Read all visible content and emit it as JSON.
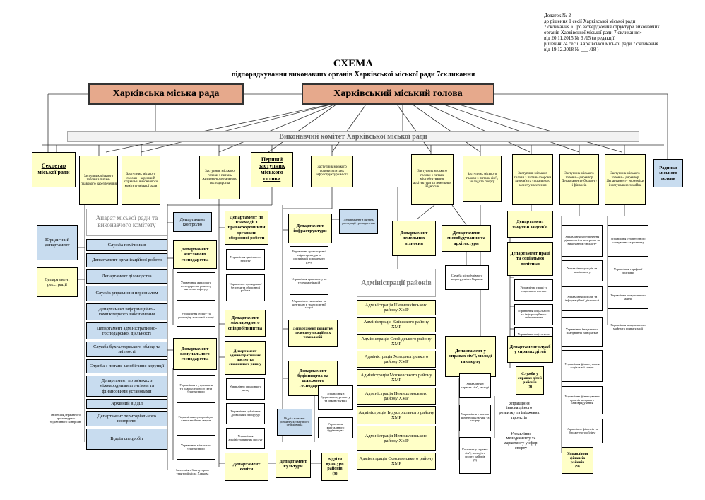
{
  "header": {
    "addendum_lines": [
      "Додаток № 2",
      "до рішення 1 сесії Харківської міської ради",
      "7 скликання «Про затвердження структури виконавчих",
      "органів Харківської міської ради 7 скликання»",
      "від 20.11.2015 № 6 /15 (в редакції",
      "рішення 24 сесії Харківської міської ради 7 скликання",
      "від 19.12.2018 № ___ /18 )"
    ]
  },
  "title": {
    "main": "СХЕМА",
    "sub": "підпорядкування виконавчих органів Харківської міської ради 7скликання"
  },
  "top": {
    "council": "Харківська міська рада",
    "mayor": "Харківський міський голова",
    "committee": "Виконавчий комітет Харківської міської ради"
  },
  "leaders": {
    "secretary": "Секретар міської ради",
    "dep_legal": "Заступник міського голови з питань правового забезпечення",
    "dep_affairs": "Заступник міського голови – керуючий справами виконавчого комітету міської ради",
    "dep_housing": "Заступник міського голови з питань житлово-комунального господарства",
    "first_deputy": "Перший заступник міського голови",
    "dep_infra": "Заступник міського голови з питань інфраструктури міста",
    "dep_business": "Заступник міського голови з питань містобудування, архітектури та земельних відносин",
    "dep_family": "Заступник міського голови з питань сім'ї, молоді та спорту",
    "dep_health": "Заступник міського голови з питань охорони здоров'я та соціального захисту населення",
    "dep_budget": "Заступник міського голови – директор Департаменту бюджету і фінансів",
    "dep_economy": "Заступник міського голови – директор Департаменту економіки і комунального майна",
    "advisors": "Радники міського голови"
  },
  "apparatus": {
    "title": "Апарат міської ради та виконавчого комітету",
    "items": [
      "Служба помічників",
      "Департамент організаційної роботи",
      "Департамент діловодства",
      "Служба управління персоналом",
      "Департамент інформаційно - комп'ютерного забезпечення",
      "Департамент адміністративно-господарської діяльності",
      "Служба бухгалтерського обліку та звітності",
      "Служба з питань запобігання корупції",
      "Департамент по зв'язках з міжнародними агентіями та фінансовими установами",
      "Архівний відділ",
      "Департамент територіального контролю",
      "Відділ спецробіт"
    ],
    "legal_dept": "Юридичний департамент",
    "registration_dept": "Департамент реєстрації",
    "inspection": "Інспекція державного архітектурно-будівельного контролю"
  },
  "housing": {
    "control": "Департамент контролю",
    "housing_dept": "Департамент житлового господарства",
    "housing_subs": [
      "Управління житлового господарства, ремонту житлового фонду",
      "Управління обліку та розподілу житлової площі"
    ],
    "communal_dept": "Департамент комунального господарства",
    "communal_subs": [
      "Управління з утримання та благоустрою об'єктів благоустрою",
      "Управління водопровідно-каналізаційних мереж",
      "Управління міських та благоустрою"
    ],
    "note": "Інспекція з благоустрою території міста Харкова"
  },
  "first": {
    "dept_society": "Департамент по взаємодії з правоохоронними органами оборонної роботи",
    "subs_society": [
      "Управління цивільного захисту",
      "Управління громадської безпеки та оборонної роботи"
    ],
    "intl": "Департамент міжнародного співробітництва",
    "admin_services": "Департамент адміністративних послуг та споживчого ринку",
    "subs_admin": [
      "Управління споживчого ринку",
      "Управління публічних дозвільних процедур",
      "Управління адміністративних послуг"
    ],
    "education": "Департамент освіти",
    "culture": "Департамент культури",
    "culture_note": "Відділ з питань розвитку культурного середовища",
    "culture_districts": "Відділи культури районів",
    "culture_districts_count": "(9)"
  },
  "infra": {
    "dept": "Департамент інфраструктури",
    "subs": [
      "Управління транспортної інфраструктури та організації дорожнього руху",
      "Управління транспорту та телекомунікацій",
      "Управління економіки та контролю в транспортній галузі"
    ],
    "side_note": "Департамент з питань реєстрації громадянства",
    "telecom": "Департамент розвитку телекомунікаційних технологій",
    "construction": "Департамент будівництва та шляхового господарства",
    "construction_subs": [
      "Управління з будівництва, ремонту та реконструкції",
      "Управління капітального будівництва"
    ]
  },
  "districts": {
    "title": "Адміністрації районів",
    "items": [
      "Адміністрація Шевченківського району ХМР",
      "Адміністрація Київського району ХМР",
      "Адміністрація Слобідського району ХМР",
      "Адміністрація Холодногірського району ХМР",
      "Адміністрація Московського району ХМР",
      "Адміністрація Немишлянського району ХМР",
      "Адміністрація Індустріального району ХМР",
      "Адміністрація Немишлянського району ХМР",
      "Адміністрація Основ'янського району ХМР"
    ]
  },
  "urban": {
    "land": "Департамент земельних відносин",
    "arch": "Департамент містобудування та архітектури",
    "cadastre": "Служба містобудівного кадастру міста Харкова"
  },
  "family": {
    "dept": "Департамент у справах сім'ї, молоді та спорту",
    "subs": [
      "Управління у справах сім'ї, молоді",
      "Управління з питань фізичної культури та спорту",
      "Комітети у справах сім'ї, молоді та спорту районів"
    ],
    "subs_count": "(9)",
    "innovation": "Управління інноваційного розвитку та іміджевих проектів",
    "marketing": "Управління менеджменту та маркетингу у сфері спорту"
  },
  "health": {
    "dept": "Департамент охорони здоров'я",
    "labour": "Департамент праці та соціальної політики",
    "subs": [
      "Управління праці та соціальних питань",
      "Управління соціального та інформаційного забезпечення",
      "Управління соціального моніторингу"
    ],
    "children": "Департамент служб у справах дітей",
    "children_sub": "Служби у справах дітей районів",
    "children_count": "(9)"
  },
  "budget": {
    "subs": [
      "Управління забезпечення діяльності та контролю за виконанням бюджету",
      "Управління доходів та моніторингу",
      "Управління доходів та інформаційної діяльності",
      "Управління бюджетного планування та видатків",
      "Управління фінансування соціальної сфери",
      "Управління фінансування органів місцевого самоврядування",
      "Управління фінансів та бюджетного обліку"
    ],
    "district_finance": "Управління фінансів районів",
    "district_finance_count": "(9)"
  },
  "economy": {
    "subs": [
      "Управління стратегічного планування та розвитку",
      "Управління тарифної політики",
      "Управління комунального майна",
      "Управління комунального майна та приватизації"
    ]
  }
}
